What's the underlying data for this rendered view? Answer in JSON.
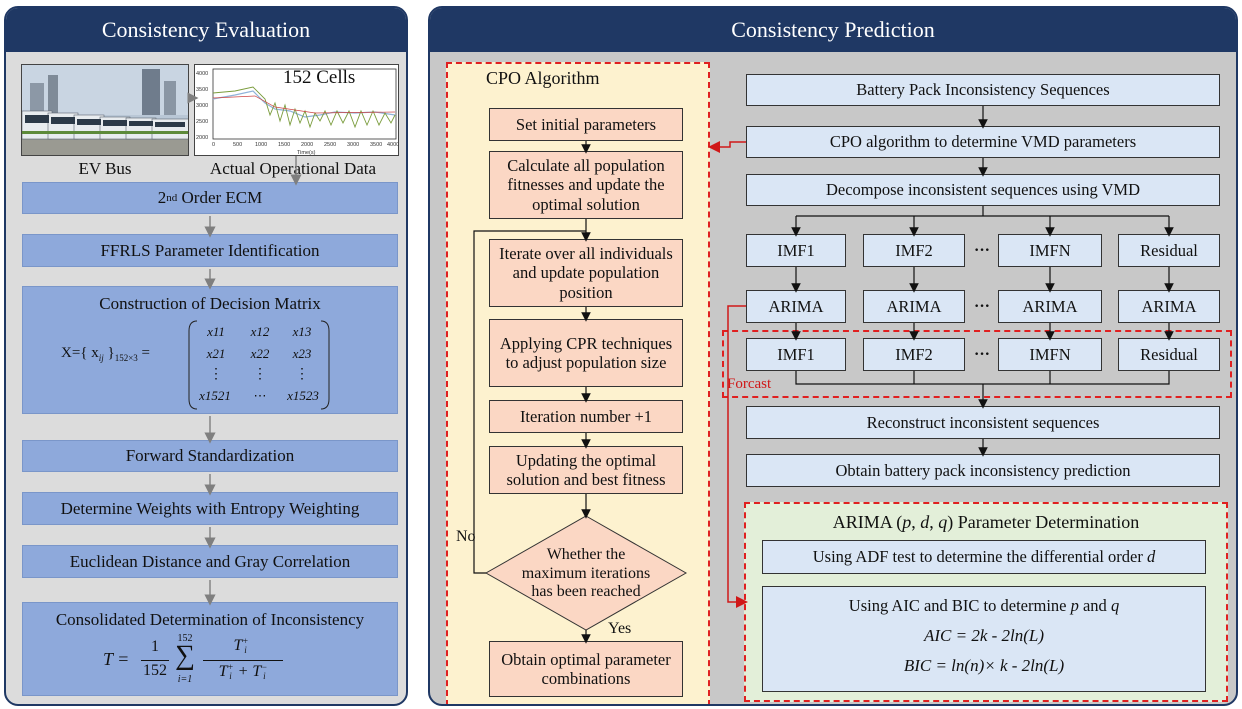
{
  "left_panel": {
    "title": "Consistency Evaluation",
    "bus_caption": "EV Bus",
    "data_caption": "Actual Operational Data",
    "chart_title": "152 Cells",
    "chart_yticks": [
      "4000",
      "3500",
      "3000",
      "2500",
      "2000"
    ],
    "chart_xticks": [
      "0",
      "500",
      "1000",
      "1500",
      "2000",
      "2500",
      "3000",
      "3500",
      "4000"
    ],
    "chart_xlabel": "Time(s)",
    "step_ecm_main": "2",
    "step_ecm_sup": "nd",
    "step_ecm_rest": " Order ECM",
    "step_ffrls": "FFRLS Parameter Identification",
    "step_matrix": "Construction of Decision Matrix",
    "matrix_lhs": "X={ x",
    "matrix_lhs_sub": "ij",
    "matrix_lhs_close": " }",
    "matrix_dim": "152×3",
    "matrix_cells": [
      "x11",
      "x12",
      "x13",
      "x21",
      "x22",
      "x23",
      "⋮",
      "⋮",
      "⋮",
      "x1521",
      "⋯",
      "x1523"
    ],
    "step_forward": "Forward Standardization",
    "step_entropy": "Determine Weights with Entropy Weighting",
    "step_euclid": "Euclidean Distance and Gray Correlation",
    "step_consolidated": "Consolidated Determination of Inconsistency",
    "formula_T": "T =",
    "formula_frac_num": "1",
    "formula_frac_den": "152",
    "formula_sum_top": "152",
    "formula_sum_bottom": "i=1",
    "formula_term_num": "T",
    "formula_term_num_sup": "+",
    "formula_term_num_sub": "i",
    "formula_term_den": "T",
    "formula_term_den_sup1": "+",
    "formula_term_den_sub1": "i",
    "formula_term_den_plus": " + T",
    "formula_term_den_sup2": "−",
    "formula_term_den_sub2": "i"
  },
  "right_panel": {
    "title": "Consistency Prediction",
    "cpo": {
      "title": "CPO Algorithm",
      "steps": [
        "Set initial parameters",
        "Calculate all population fitnesses and update the optimal solution",
        "Iterate over all individuals and update population position",
        "Applying CPR techniques to adjust population size",
        "Iteration number +1",
        "Updating the optimal solution and best fitness",
        "Whether the maximum iterations has been reached",
        "Obtain optimal parameter combinations"
      ],
      "no_label": "No",
      "yes_label": "Yes"
    },
    "pipeline": {
      "sequences": "Battery Pack Inconsistency Sequences",
      "cpo_vmd": "CPO algorithm to determine VMD parameters",
      "decompose": "Decompose inconsistent sequences using VMD",
      "imf_row": [
        "IMF1",
        "IMF2",
        "IMFN",
        "Residual"
      ],
      "arima_row": [
        "ARIMA",
        "ARIMA",
        "ARIMA",
        "ARIMA"
      ],
      "forecast_row": [
        "IMF1",
        "IMF2",
        "IMFN",
        "Residual"
      ],
      "ellipsis": "···",
      "forecast_label": "Forcast",
      "reconstruct": "Reconstruct inconsistent sequences",
      "obtain": "Obtain battery pack inconsistency prediction"
    },
    "arima": {
      "title_prefix": "ARIMA (",
      "title_p": "p",
      "title_sep1": ", ",
      "title_d": "d",
      "title_sep2": ", ",
      "title_q": "q",
      "title_suffix": ") Parameter Determination",
      "adf_text": "Using ADF test to determine the differential order ",
      "adf_var": "d",
      "aic_bic_text": "Using AIC and BIC to determine ",
      "aic_bic_p": "p",
      "aic_bic_and": " and ",
      "aic_bic_q": "q",
      "aic_formula": "AIC = 2k - 2ln(L)",
      "bic_formula": "BIC = ln(n)× k - 2ln(L)"
    }
  },
  "colors": {
    "header_navy": "#1f3864",
    "eval_step_blue": "#8ea9db",
    "cpo_background": "#fdf2cf",
    "cpo_box": "#fbd7c4",
    "pred_box": "#dae6f5",
    "arima_background": "#e3efd9",
    "dashed_red": "#e02020"
  }
}
